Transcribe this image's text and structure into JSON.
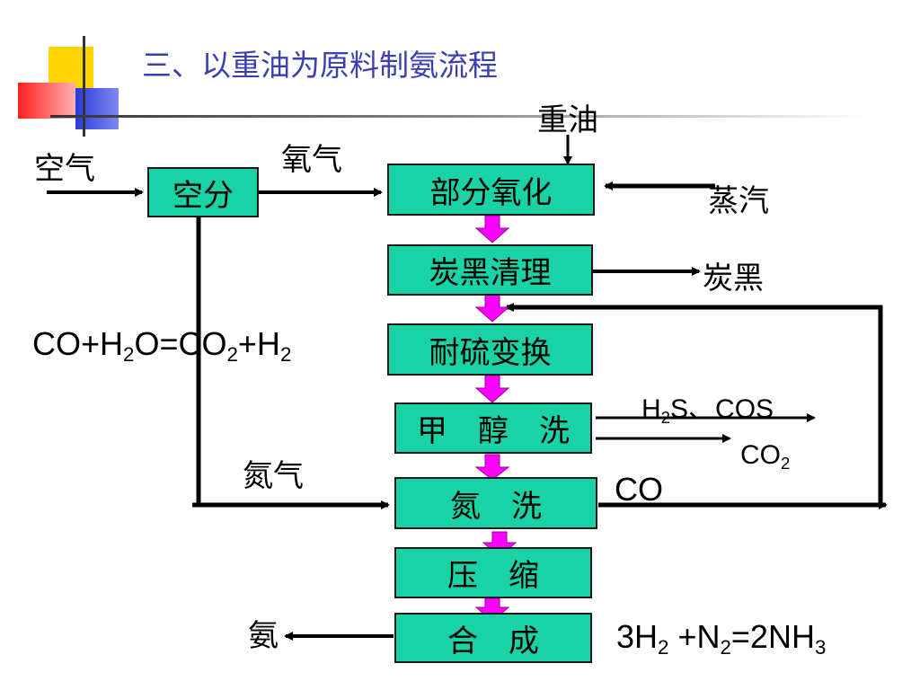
{
  "title": "三、以重油为原料制氨流程",
  "colors": {
    "box_fill": "#19d3a6",
    "title": "#3c3fb1",
    "flow_arrow": "#ff00ff",
    "line": "#000000"
  },
  "boxes": {
    "air_separation": "空分",
    "partial_oxidation": "部分氧化",
    "carbon_black_removal": "炭黑清理",
    "sulfur_tolerant_shift": "耐硫变换",
    "methanol_wash": "甲　醇　洗",
    "nitrogen_wash": "氮　洗",
    "compression": "压　缩",
    "synthesis": "合　成"
  },
  "labels": {
    "heavy_oil": "重油",
    "air": "空气",
    "oxygen": "氧气",
    "steam": "蒸汽",
    "carbon_black": "炭黑",
    "nitrogen": "氮气",
    "ammonia": "氨",
    "co": "CO"
  },
  "equations": {
    "shift": {
      "p1": "CO+H",
      "s1": "2",
      "p2": "O=CO",
      "s2": "2",
      "p3": "+H",
      "s3": "2"
    },
    "byproduct_h2s": {
      "p1": "H",
      "s1": "2",
      "p2": "S、COS"
    },
    "byproduct_co2": {
      "p1": "CO",
      "s1": "2"
    },
    "synthesis": {
      "p1": "3H",
      "s1": "2",
      "p2": " +N",
      "s2": "2",
      "p3": "=2NH",
      "s3": "3"
    }
  }
}
